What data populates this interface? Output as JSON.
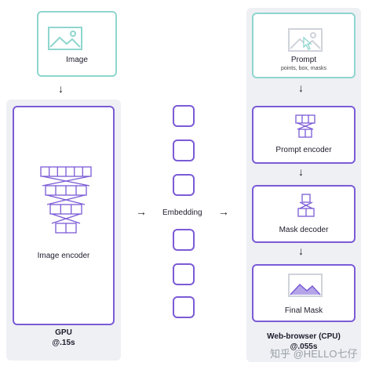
{
  "left": {
    "image_label": "Image",
    "encoder_label": "Image encoder",
    "gpu_label": "GPU",
    "gpu_time": "@.15s"
  },
  "middle": {
    "embedding_label": "Embedding"
  },
  "right": {
    "prompt_label": "Prompt",
    "prompt_sub": "points, box, masks",
    "prompt_encoder_label": "Prompt encoder",
    "mask_decoder_label": "Mask decoder",
    "final_mask_label": "Final Mask",
    "browser_label": "Web-browser (CPU)",
    "browser_time": "@.055s"
  },
  "watermark": "知乎 @HELLO七仔",
  "colors": {
    "teal": "#8fd6cf",
    "purple": "#7b5bd6",
    "panel": "#eef0f4"
  }
}
